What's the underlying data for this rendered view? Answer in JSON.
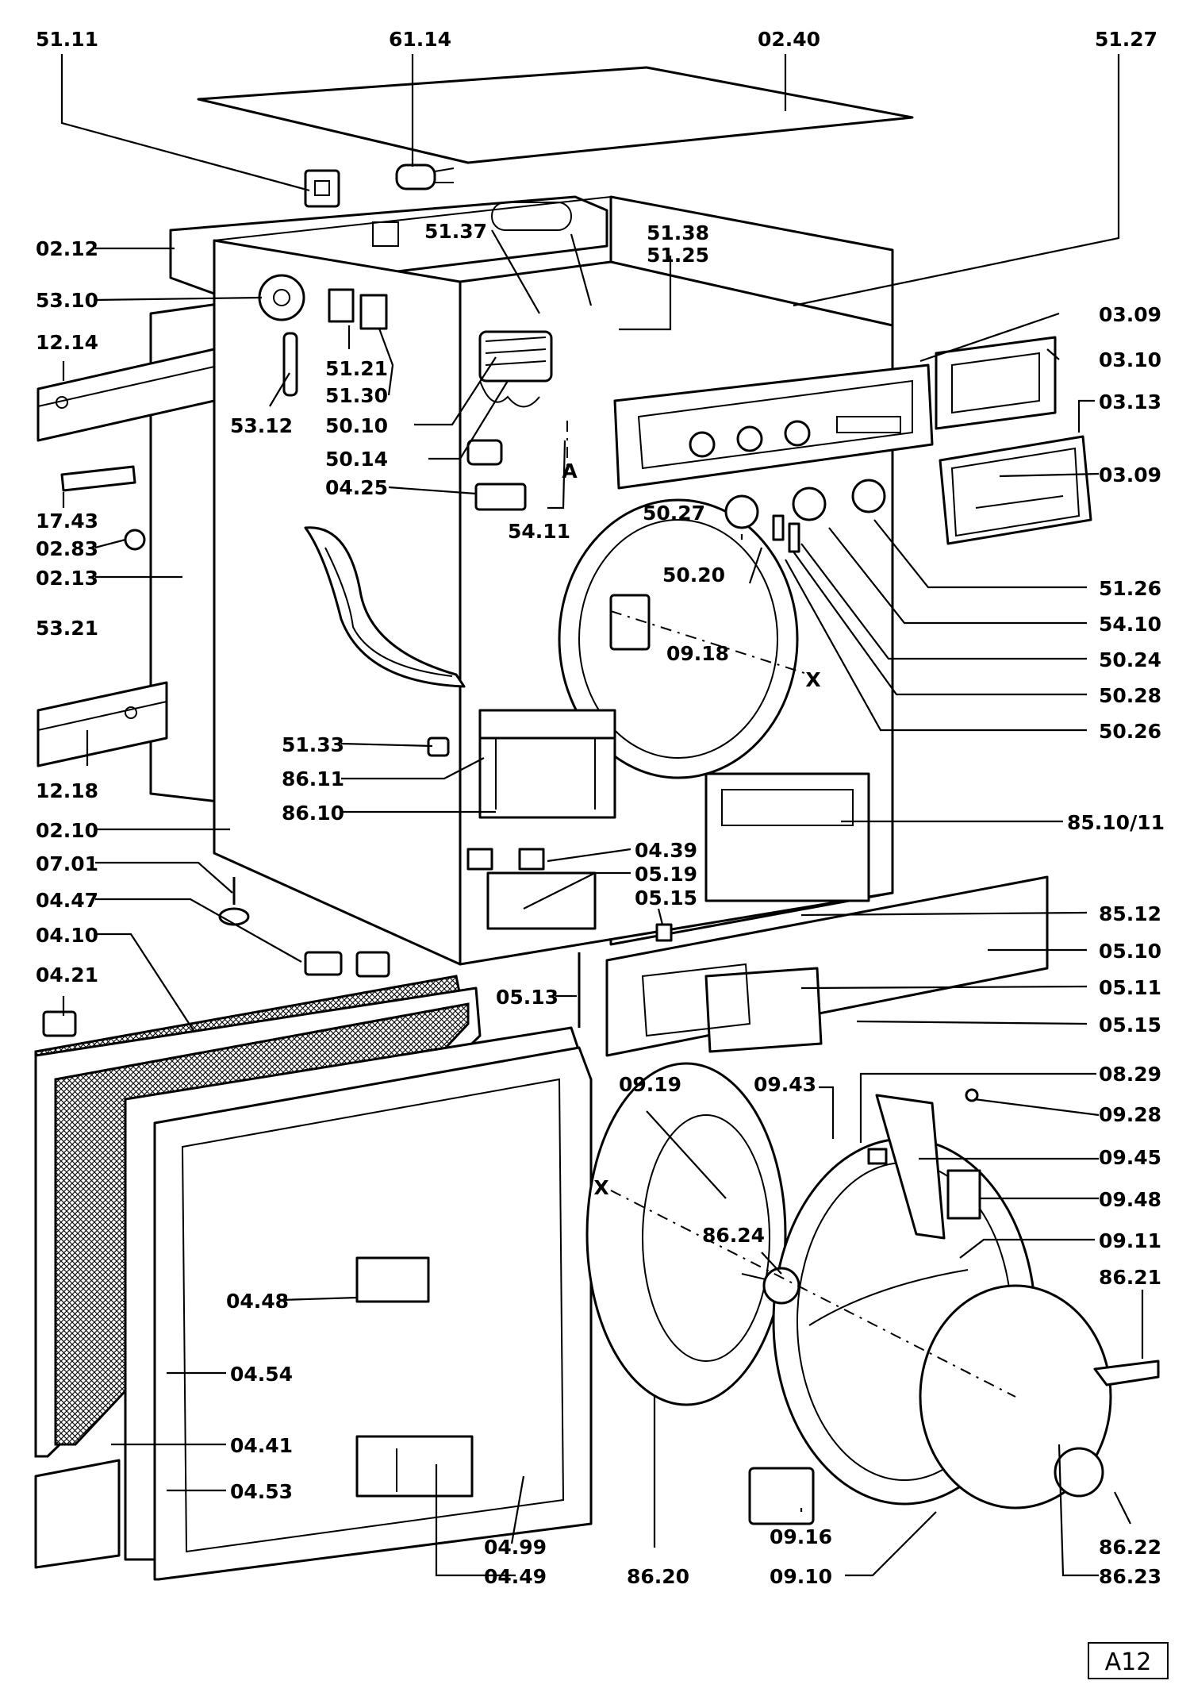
{
  "drawing": {
    "sheet_tag": "A12",
    "axis_marks": [
      "A",
      "X",
      "X"
    ]
  },
  "callouts": [
    {
      "id": "51.11"
    },
    {
      "id": "61.14"
    },
    {
      "id": "02.40"
    },
    {
      "id": "51.27"
    },
    {
      "id": "02.12"
    },
    {
      "id": "51.37"
    },
    {
      "id": "51.38"
    },
    {
      "id": "51.25"
    },
    {
      "id": "53.10"
    },
    {
      "id": "12.14"
    },
    {
      "id": "51.21"
    },
    {
      "id": "51.30"
    },
    {
      "id": "03.09"
    },
    {
      "id": "03.10"
    },
    {
      "id": "03.13"
    },
    {
      "id": "03.09b",
      "text": "03.09"
    },
    {
      "id": "53.12"
    },
    {
      "id": "50.10"
    },
    {
      "id": "50.14"
    },
    {
      "id": "04.25"
    },
    {
      "id": "54.11"
    },
    {
      "id": "17.43"
    },
    {
      "id": "02.83"
    },
    {
      "id": "02.13"
    },
    {
      "id": "50.27"
    },
    {
      "id": "50.20"
    },
    {
      "id": "51.26"
    },
    {
      "id": "54.10"
    },
    {
      "id": "53.21"
    },
    {
      "id": "09.18"
    },
    {
      "id": "50.24"
    },
    {
      "id": "50.28"
    },
    {
      "id": "50.26"
    },
    {
      "id": "51.33"
    },
    {
      "id": "86.11"
    },
    {
      "id": "86.10"
    },
    {
      "id": "12.18"
    },
    {
      "id": "02.10"
    },
    {
      "id": "85.10/11"
    },
    {
      "id": "04.39"
    },
    {
      "id": "07.01"
    },
    {
      "id": "05.19"
    },
    {
      "id": "04.47"
    },
    {
      "id": "05.15"
    },
    {
      "id": "85.12"
    },
    {
      "id": "04.10"
    },
    {
      "id": "05.10"
    },
    {
      "id": "04.21"
    },
    {
      "id": "05.13"
    },
    {
      "id": "05.11"
    },
    {
      "id": "05.15b",
      "text": "05.15"
    },
    {
      "id": "09.19"
    },
    {
      "id": "09.43"
    },
    {
      "id": "08.29"
    },
    {
      "id": "09.28"
    },
    {
      "id": "09.45"
    },
    {
      "id": "09.48"
    },
    {
      "id": "86.24"
    },
    {
      "id": "09.11"
    },
    {
      "id": "04.48"
    },
    {
      "id": "86.21"
    },
    {
      "id": "04.54"
    },
    {
      "id": "04.41"
    },
    {
      "id": "04.53"
    },
    {
      "id": "04.99"
    },
    {
      "id": "04.49"
    },
    {
      "id": "86.20"
    },
    {
      "id": "09.16"
    },
    {
      "id": "09.10"
    },
    {
      "id": "86.22"
    },
    {
      "id": "86.23"
    }
  ]
}
